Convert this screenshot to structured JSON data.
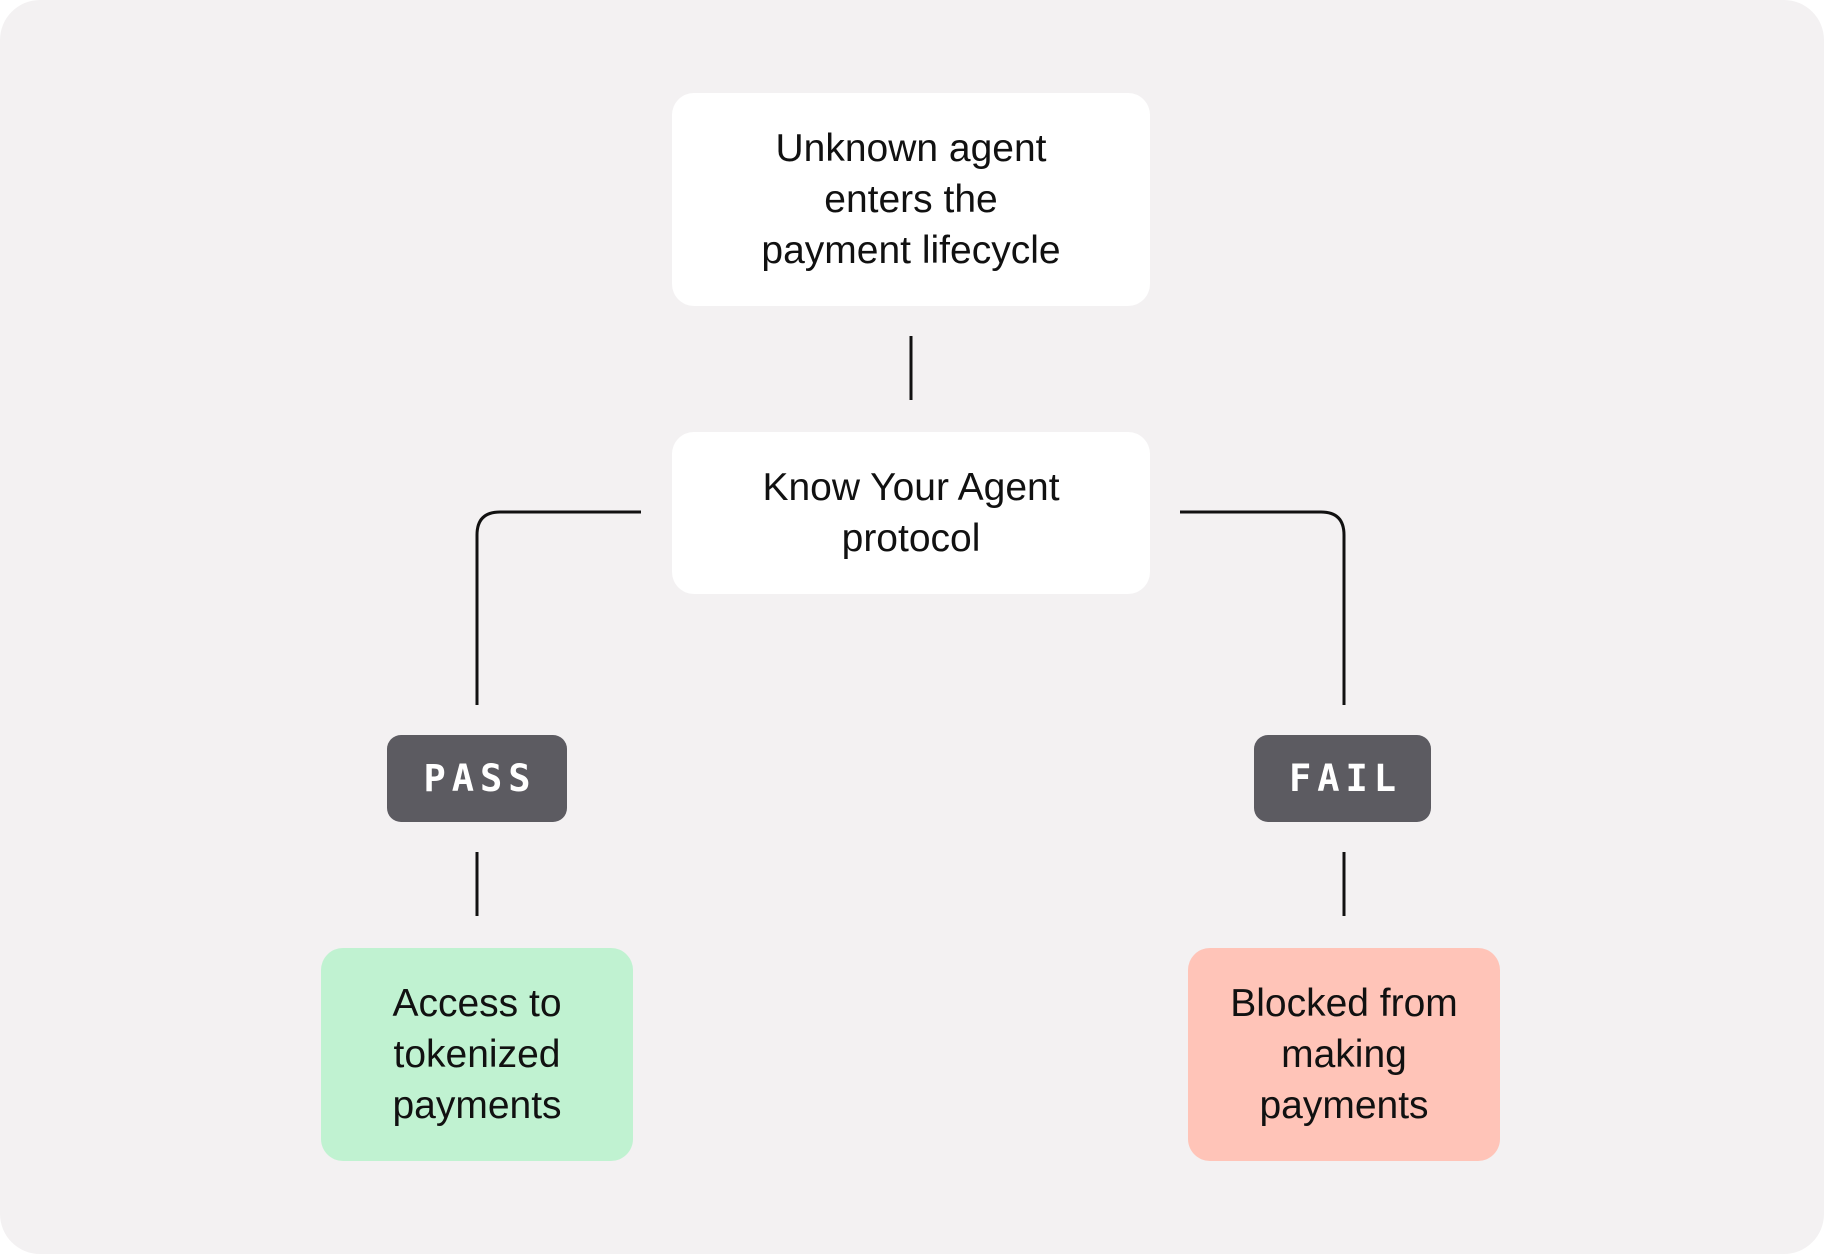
{
  "diagram": {
    "start_node": "Unknown agent\nenters the\npayment lifecycle",
    "protocol_node": "Know Your Agent\nprotocol",
    "pass_label": "PASS",
    "fail_label": "FAIL",
    "pass_outcome": "Access to\ntokenized\npayments",
    "fail_outcome": "Blocked from\nmaking\npayments"
  },
  "colors": {
    "background": "#f3f1f2",
    "node": "#ffffff",
    "badge": "#5c5b61",
    "pass_outcome": "#c0f2d1",
    "fail_outcome": "#ffc4b8",
    "line": "#111111"
  }
}
